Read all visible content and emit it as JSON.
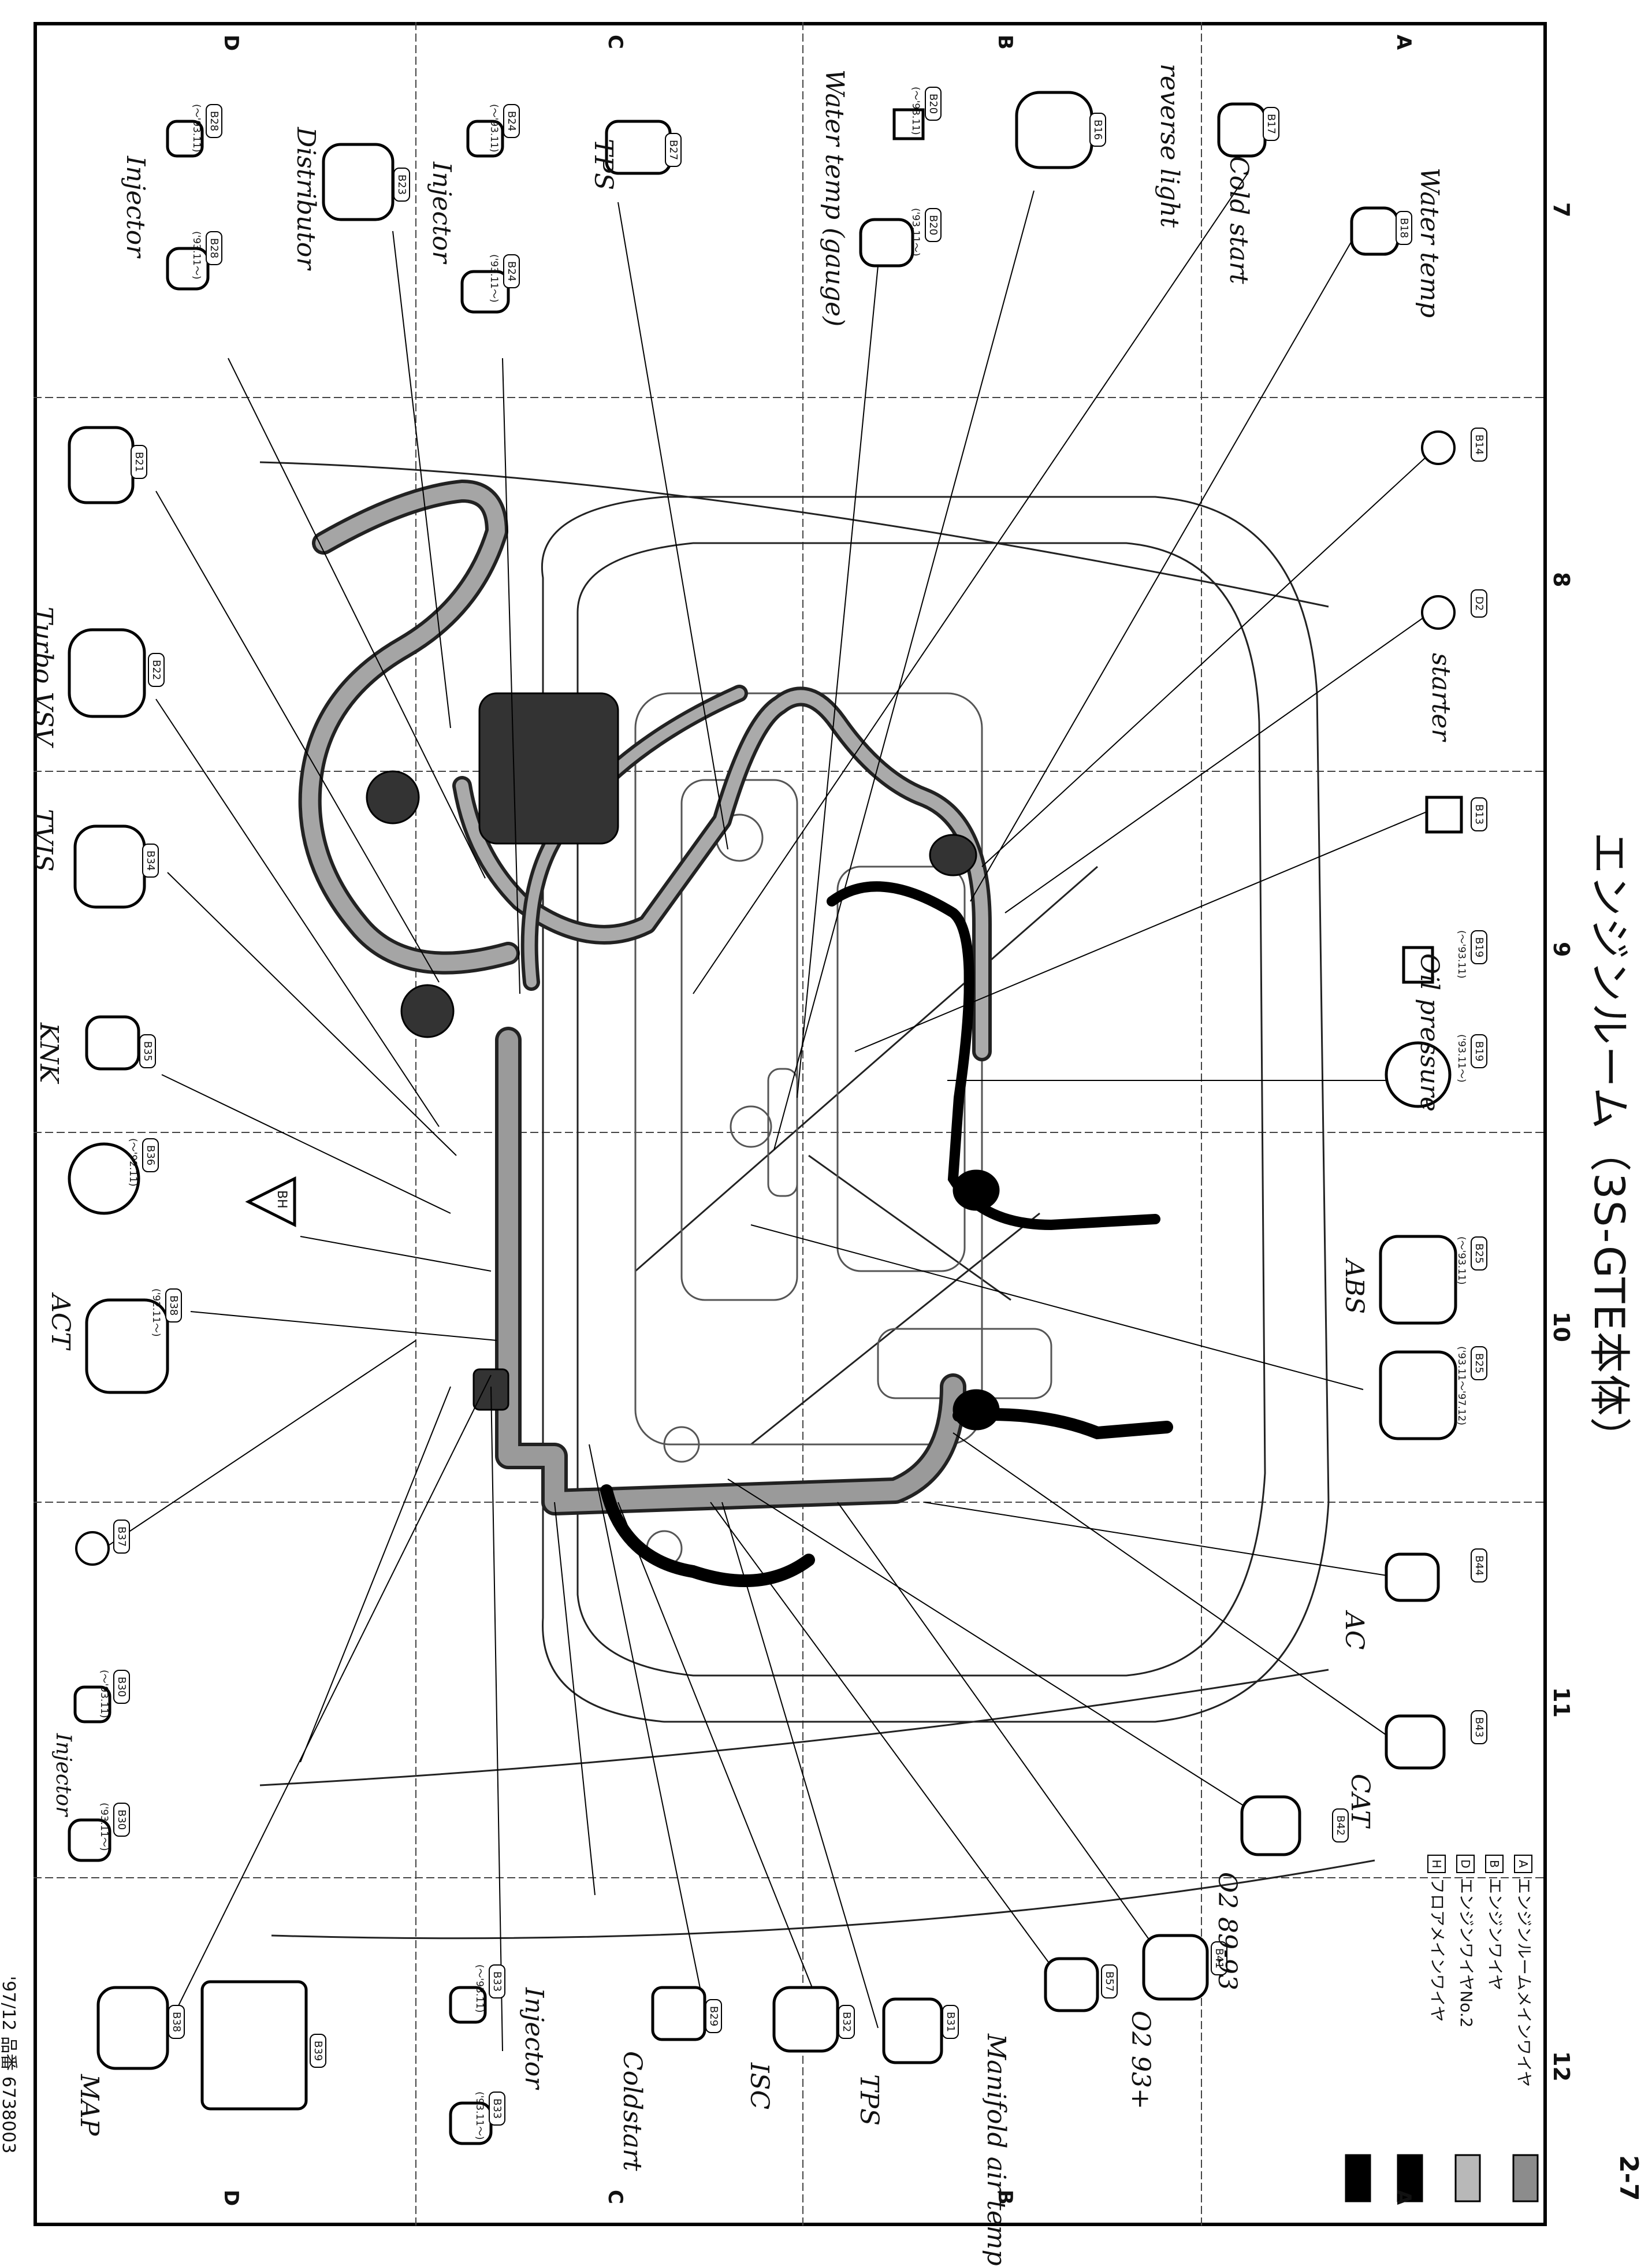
{
  "title": "エンジンルーム（3S-GTE本体）",
  "page_number": "2-7",
  "footer": "'97/12 品番 6738003",
  "rows": [
    "A",
    "B",
    "C",
    "D"
  ],
  "columns": [
    "7",
    "8",
    "9",
    "10",
    "11",
    "12"
  ],
  "legend": [
    {
      "key": "A",
      "label": "エンジンルームメインワイヤ",
      "color": "#8c8c8c"
    },
    {
      "key": "B",
      "label": "エンジンワイヤ",
      "color": "#b8b8b8"
    },
    {
      "key": "D",
      "label": "エンジンワイヤNo.2",
      "color": "#000000"
    },
    {
      "key": "H",
      "label": "フロアメインワイヤ",
      "color": "#000000"
    }
  ],
  "connectors": {
    "b17": {
      "code": "B17",
      "label": "Cold start"
    },
    "b18": {
      "code": "B18",
      "label": "Water temp"
    },
    "b16": {
      "code": "B16",
      "label": "reverse light"
    },
    "b20a": {
      "code": "B20",
      "date": "(～'93.11)",
      "label": "Water temp (gauge)"
    },
    "b20b": {
      "code": "B20",
      "date": "('93.11～)"
    },
    "b27": {
      "code": "B27",
      "label": "TPS"
    },
    "b24a": {
      "code": "B24",
      "date": "(～'93.11)",
      "label": "Injector"
    },
    "b24b": {
      "code": "B24",
      "date": "('93.11～)"
    },
    "b23": {
      "code": "B23",
      "label": "Distributor"
    },
    "b28a": {
      "code": "B28",
      "date": "(～'93.11)",
      "label": "Injector"
    },
    "b28b": {
      "code": "B28",
      "date": "('93.11～)"
    },
    "b14": {
      "code": "B14"
    },
    "d2": {
      "code": "D2",
      "label": "starter"
    },
    "b13": {
      "code": "B13"
    },
    "b19a": {
      "code": "B19",
      "date": "(～'93.11)",
      "label": "Oil pressure"
    },
    "b19b": {
      "code": "B19",
      "date": "('93.11～)"
    },
    "b25a": {
      "code": "B25",
      "date": "(～'93.11)",
      "label": "ABS"
    },
    "b25b": {
      "code": "B25",
      "date": "('93.11～'97.12)"
    },
    "b44": {
      "code": "B44",
      "label": "AC"
    },
    "b43": {
      "code": "B43",
      "label": "CAT"
    },
    "b42": {
      "code": "B42",
      "label": "O2 89-93"
    },
    "b41": {
      "code": "B41",
      "label": "O2 93+"
    },
    "b57": {
      "code": "B57",
      "label": "Manifold air temp"
    },
    "b31": {
      "code": "B31",
      "label": "TPS"
    },
    "b32": {
      "code": "B32",
      "label": "ISC"
    },
    "b29": {
      "code": "B29",
      "label": "Coldstart"
    },
    "b33a": {
      "code": "B33",
      "date": "(～'93.11)",
      "label": "Injector"
    },
    "b33b": {
      "code": "B33",
      "date": "('93.11～)"
    },
    "b39": {
      "code": "B39"
    },
    "b38": {
      "code": "B38",
      "label": "MAP"
    },
    "b30a": {
      "code": "B30",
      "date": "(～'93.11)",
      "label": "Injector"
    },
    "b30b": {
      "code": "B30",
      "date": "('93.11～)"
    },
    "b37": {
      "code": "B37"
    },
    "b36a": {
      "code": "B36",
      "date": "(～'92.11)"
    },
    "b36b": {
      "code": "B38",
      "date": "('92.11～)",
      "label": "ACT"
    },
    "bh": {
      "code": "BH"
    },
    "b35": {
      "code": "B35",
      "label": "KNK"
    },
    "b34": {
      "code": "B34",
      "label": "TVIS"
    },
    "b22": {
      "code": "B22",
      "label": "Turbo VSV"
    },
    "b21": {
      "code": "B21"
    }
  }
}
